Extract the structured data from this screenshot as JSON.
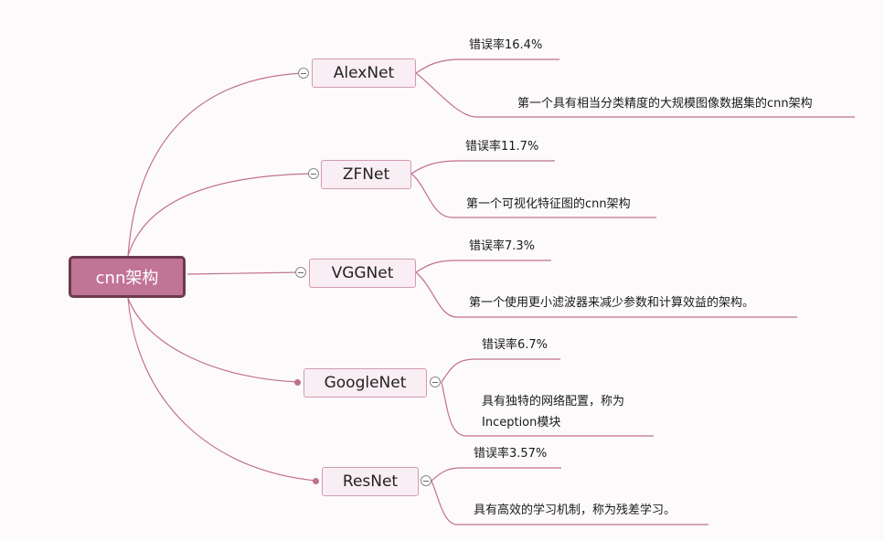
{
  "root": {
    "label": "cnn架构"
  },
  "nodes": [
    {
      "label": "AlexNet",
      "children": [
        "错误率16.4%",
        "第一个具有相当分类精度的大规模图像数据集的cnn架构"
      ]
    },
    {
      "label": "ZFNet",
      "children": [
        "错误率11.7%",
        "第一个可视化特征图的cnn架构"
      ]
    },
    {
      "label": "VGGNet",
      "children": [
        "错误率7.3%",
        "第一个使用更小滤波器来减少参数和计算效益的架构。"
      ]
    },
    {
      "label": "GoogleNet",
      "children": [
        "错误率6.7%",
        "具有独特的网络配置，称为",
        "Inception模块"
      ]
    },
    {
      "label": "ResNet",
      "children": [
        "错误率3.57%",
        "具有高效的学习机制，称为残差学习。"
      ]
    }
  ],
  "colors": {
    "branch": "#c0708f",
    "root_fill": "#c07496",
    "root_border": "#6b3a4e",
    "node_fill": "#f9eef3"
  }
}
